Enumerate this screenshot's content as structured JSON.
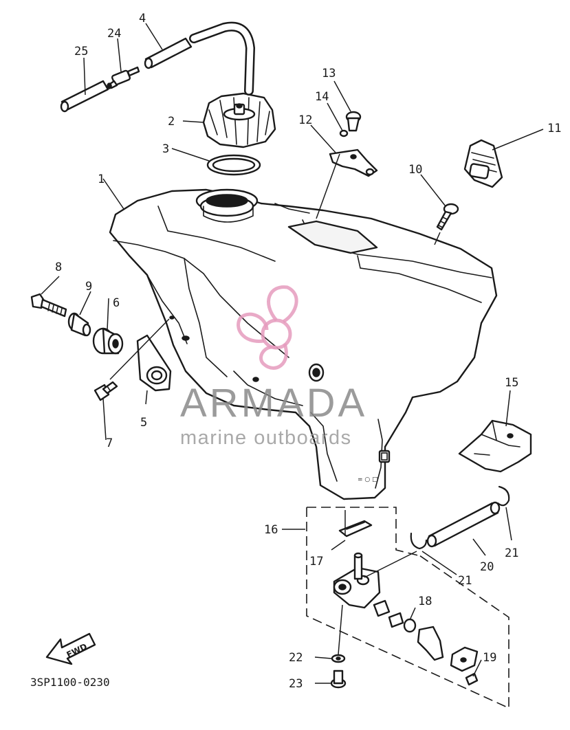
{
  "diagram": {
    "callouts": {
      "c1": "1",
      "c2": "2",
      "c3": "3",
      "c4": "4",
      "c5": "5",
      "c6": "6",
      "c7": "7",
      "c8": "8",
      "c9": "9",
      "c10": "10",
      "c11": "11",
      "c12": "12",
      "c13": "13",
      "c14": "14",
      "c15": "15",
      "c16": "16",
      "c17": "17",
      "c18": "18",
      "c19": "19",
      "c20": "20",
      "c21a": "21",
      "c21b": "21",
      "c22": "22",
      "c23": "23",
      "c24": "24",
      "c25": "25"
    },
    "fwd_label": "FWD",
    "drawing_code": "3SP1100-0230"
  },
  "watermark": {
    "brand": "ARMADA",
    "tagline": "marine outboards",
    "logo_color": "#e59bbd",
    "text_color": "#8a8a8a"
  }
}
